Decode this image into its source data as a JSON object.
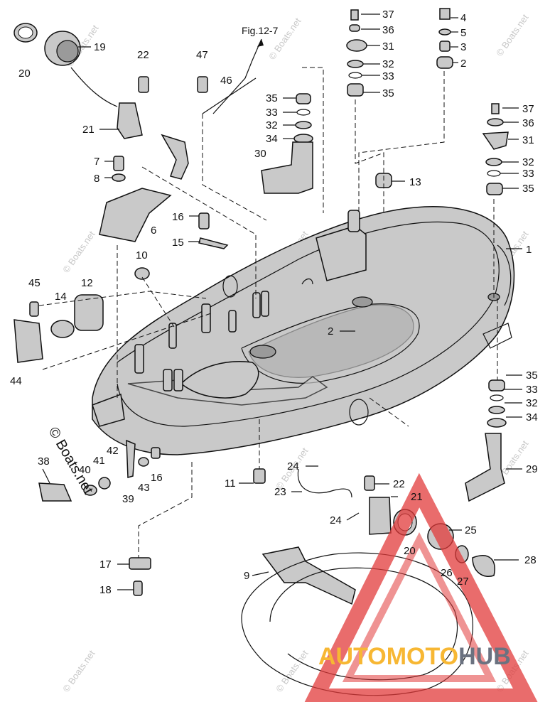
{
  "figure_ref": "Fig.12-7",
  "copyright": "© Boats.net",
  "watermark_text": "© Boats.net",
  "brand": {
    "part_a": "AUTO",
    "part_b": "MOTO",
    "part_c": "HUB",
    "colors": {
      "orange": "#f7b733",
      "grey": "#6b7280",
      "red": "#e23b3b"
    }
  },
  "callouts": [
    "37",
    "36",
    "31",
    "32",
    "33",
    "35",
    "4",
    "5",
    "3",
    "2",
    "20",
    "19",
    "22",
    "47",
    "46",
    "35",
    "33",
    "32",
    "34",
    "21",
    "7",
    "8",
    "30",
    "6",
    "13",
    "37",
    "36",
    "31",
    "32",
    "33",
    "35",
    "16",
    "15",
    "10",
    "1",
    "45",
    "14",
    "12",
    "2",
    "44",
    "35",
    "33",
    "32",
    "34",
    "38",
    "41",
    "42",
    "40",
    "39",
    "43",
    "16",
    "11",
    "24",
    "22",
    "29",
    "23",
    "21",
    "24",
    "25",
    "17",
    "20",
    "26",
    "27",
    "28",
    "9",
    "18"
  ]
}
